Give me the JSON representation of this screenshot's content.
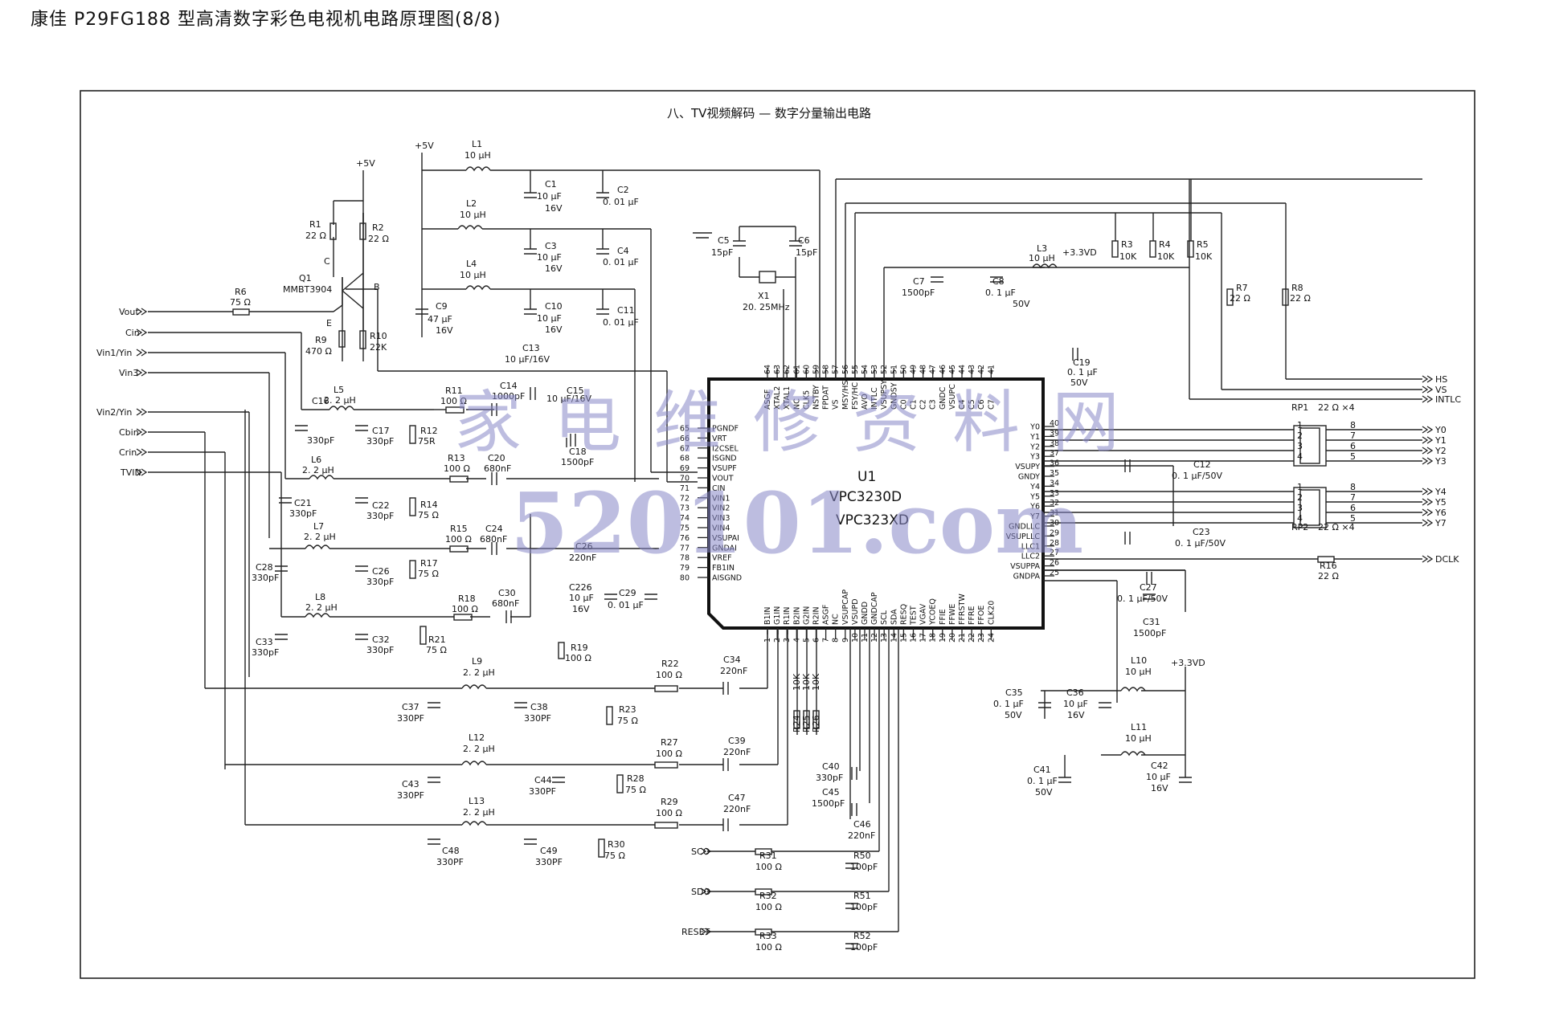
{
  "title": "康佳 P29FG188 型高清数字彩色电视机电路原理图(8/8)",
  "section_title": "八、TV视频解码 — 数字分量输出电路",
  "watermark": {
    "chinese": "家电维修资料网",
    "url": "520101.com"
  },
  "ic": {
    "ref": "U1",
    "part1": "VPC3230D",
    "part2": "VPC323XD"
  },
  "power": {
    "v5a": "+5V",
    "v5b": "+5V",
    "v33a": "+3.3VD",
    "v33b": "+3.3VD"
  },
  "inputs": [
    "Vout",
    "Cin",
    "Vin1/Yin",
    "Vin3",
    "Vin2/Yin",
    "Cbin",
    "Crin",
    "TVIN"
  ],
  "outputs_right": [
    "HS",
    "VS",
    "INTLC",
    "Y0",
    "Y1",
    "Y2",
    "Y3",
    "Y4",
    "Y5",
    "Y6",
    "Y7",
    "DCLK"
  ],
  "bus_inputs": [
    "SCO",
    "SDO",
    "RESET"
  ],
  "pins_left": [
    {
      "n": "65",
      "name": "PGNDF"
    },
    {
      "n": "66",
      "name": "VRT"
    },
    {
      "n": "67",
      "name": "I2CSEL"
    },
    {
      "n": "68",
      "name": "ISGND"
    },
    {
      "n": "69",
      "name": "VSUPF"
    },
    {
      "n": "70",
      "name": "VOUT"
    },
    {
      "n": "71",
      "name": "CIN"
    },
    {
      "n": "72",
      "name": "VIN1"
    },
    {
      "n": "73",
      "name": "VIN2"
    },
    {
      "n": "74",
      "name": "VIN3"
    },
    {
      "n": "75",
      "name": "VIN4"
    },
    {
      "n": "76",
      "name": "VSUPAI"
    },
    {
      "n": "77",
      "name": "GNDAI"
    },
    {
      "n": "78",
      "name": "VREF"
    },
    {
      "n": "79",
      "name": "FB1IN"
    },
    {
      "n": "80",
      "name": "AISGND"
    }
  ],
  "pins_right": [
    {
      "n": "40",
      "name": "Y0"
    },
    {
      "n": "39",
      "name": "Y1"
    },
    {
      "n": "38",
      "name": "Y2"
    },
    {
      "n": "37",
      "name": "Y3"
    },
    {
      "n": "36",
      "name": "VSUPY"
    },
    {
      "n": "35",
      "name": "GNDY"
    },
    {
      "n": "34",
      "name": "Y4"
    },
    {
      "n": "33",
      "name": "Y5"
    },
    {
      "n": "32",
      "name": "Y6"
    },
    {
      "n": "31",
      "name": "Y7"
    },
    {
      "n": "30",
      "name": "GNDLLC"
    },
    {
      "n": "29",
      "name": "VSUPLLC"
    },
    {
      "n": "28",
      "name": "LLC1"
    },
    {
      "n": "27",
      "name": "LLC2"
    },
    {
      "n": "26",
      "name": "VSUPPA"
    },
    {
      "n": "25",
      "name": "GNDPA"
    }
  ],
  "pins_top": [
    {
      "n": "64",
      "name": "ASGF"
    },
    {
      "n": "63",
      "name": "XTAL2"
    },
    {
      "n": "62",
      "name": "XTAL1"
    },
    {
      "n": "61",
      "name": "NC"
    },
    {
      "n": "60",
      "name": "CLK5"
    },
    {
      "n": "59",
      "name": "NSTBY"
    },
    {
      "n": "58",
      "name": "FPDAT"
    },
    {
      "n": "57",
      "name": "VS"
    },
    {
      "n": "56",
      "name": "MSY/HS"
    },
    {
      "n": "55",
      "name": "FSY/HC"
    },
    {
      "n": "54",
      "name": "AVO"
    },
    {
      "n": "53",
      "name": "INTLC"
    },
    {
      "n": "52",
      "name": "VSUPSY"
    },
    {
      "n": "51",
      "name": "GNDSY"
    },
    {
      "n": "50",
      "name": "C0"
    },
    {
      "n": "49",
      "name": "C1"
    },
    {
      "n": "48",
      "name": "C2"
    },
    {
      "n": "47",
      "name": "C3"
    },
    {
      "n": "46",
      "name": "GNDC"
    },
    {
      "n": "45",
      "name": "VSUPC"
    },
    {
      "n": "44",
      "name": "C4"
    },
    {
      "n": "43",
      "name": "C5"
    },
    {
      "n": "42",
      "name": "C6"
    },
    {
      "n": "41",
      "name": "C7"
    }
  ],
  "pins_bottom": [
    {
      "n": "1",
      "name": "B1IN"
    },
    {
      "n": "2",
      "name": "G1IN"
    },
    {
      "n": "3",
      "name": "R1IN"
    },
    {
      "n": "4",
      "name": "B2IN"
    },
    {
      "n": "5",
      "name": "G2IN"
    },
    {
      "n": "6",
      "name": "R2IN"
    },
    {
      "n": "7",
      "name": "ASGF"
    },
    {
      "n": "8",
      "name": "NC"
    },
    {
      "n": "9",
      "name": "VSUPCAP"
    },
    {
      "n": "10",
      "name": "VSUPD"
    },
    {
      "n": "11",
      "name": "GNDD"
    },
    {
      "n": "12",
      "name": "GNDCAP"
    },
    {
      "n": "13",
      "name": "SCL"
    },
    {
      "n": "14",
      "name": "SDA"
    },
    {
      "n": "15",
      "name": "RESQ"
    },
    {
      "n": "16",
      "name": "TEST"
    },
    {
      "n": "17",
      "name": "VGAV"
    },
    {
      "n": "18",
      "name": "YCOEQ"
    },
    {
      "n": "19",
      "name": "FFIE"
    },
    {
      "n": "20",
      "name": "FFWE"
    },
    {
      "n": "21",
      "name": "FFRSTW"
    },
    {
      "n": "22",
      "name": "FFRE"
    },
    {
      "n": "23",
      "name": "FFOE"
    },
    {
      "n": "24",
      "name": "CLK20"
    }
  ],
  "labels": [
    {
      "id": "l1",
      "t": "L1"
    },
    {
      "id": "l1v",
      "t": "10 μH"
    },
    {
      "id": "c1",
      "t": "C1"
    },
    {
      "id": "c1v",
      "t": "10 μF"
    },
    {
      "id": "c1u",
      "t": "16V"
    },
    {
      "id": "c2",
      "t": "C2"
    },
    {
      "id": "c2v",
      "t": "0. 01 μF"
    },
    {
      "id": "l2",
      "t": "L2"
    },
    {
      "id": "l2v",
      "t": "10 μH"
    },
    {
      "id": "c3",
      "t": "C3"
    },
    {
      "id": "c3v",
      "t": "10 μF"
    },
    {
      "id": "c3u",
      "t": "16V"
    },
    {
      "id": "c4",
      "t": "C4"
    },
    {
      "id": "c4v",
      "t": "0. 01 μF"
    },
    {
      "id": "l4",
      "t": "L4"
    },
    {
      "id": "l4v",
      "t": "10 μH"
    },
    {
      "id": "c9",
      "t": "C9"
    },
    {
      "id": "c9v",
      "t": "47 μF"
    },
    {
      "id": "c9u",
      "t": "16V"
    },
    {
      "id": "c10",
      "t": "C10"
    },
    {
      "id": "c10v",
      "t": "10 μF"
    },
    {
      "id": "c10u",
      "t": "16V"
    },
    {
      "id": "c11",
      "t": "C11"
    },
    {
      "id": "c11v",
      "t": "0. 01 μF"
    },
    {
      "id": "r1",
      "t": "R1"
    },
    {
      "id": "r1v",
      "t": "22 Ω"
    },
    {
      "id": "r2",
      "t": "R2"
    },
    {
      "id": "r2v",
      "t": "22 Ω"
    },
    {
      "id": "q1",
      "t": "Q1"
    },
    {
      "id": "q1v",
      "t": "MMBT3904"
    },
    {
      "id": "qc",
      "t": "C"
    },
    {
      "id": "qb",
      "t": "B"
    },
    {
      "id": "qe",
      "t": "E"
    },
    {
      "id": "r6",
      "t": "R6"
    },
    {
      "id": "r6v",
      "t": "75 Ω"
    },
    {
      "id": "r9",
      "t": "R9"
    },
    {
      "id": "r9v",
      "t": "470 Ω"
    },
    {
      "id": "r10",
      "t": "R10"
    },
    {
      "id": "r10v",
      "t": "22K"
    },
    {
      "id": "c13",
      "t": "C13"
    },
    {
      "id": "c13v",
      "t": "10 μF/16V"
    },
    {
      "id": "l5",
      "t": "L5"
    },
    {
      "id": "l5v",
      "t": "2. 2 μH"
    },
    {
      "id": "r11",
      "t": "R11"
    },
    {
      "id": "r11v",
      "t": "100 Ω"
    },
    {
      "id": "c14",
      "t": "C14"
    },
    {
      "id": "c14v",
      "t": "1000pF"
    },
    {
      "id": "c16",
      "t": "C16"
    },
    {
      "id": "c16v",
      "t": "330pF"
    },
    {
      "id": "c17",
      "t": "C17"
    },
    {
      "id": "c17v",
      "t": "330pF"
    },
    {
      "id": "r12",
      "t": "R12"
    },
    {
      "id": "r12v",
      "t": "75R"
    },
    {
      "id": "c15",
      "t": "C15"
    },
    {
      "id": "c15v",
      "t": "10 μF/16V"
    },
    {
      "id": "c18",
      "t": "C18"
    },
    {
      "id": "c18v",
      "t": "1500pF"
    },
    {
      "id": "l6",
      "t": "L6"
    },
    {
      "id": "l6v",
      "t": "2. 2 μH"
    },
    {
      "id": "r13",
      "t": "R13"
    },
    {
      "id": "r13v",
      "t": "100 Ω"
    },
    {
      "id": "c20",
      "t": "C20"
    },
    {
      "id": "c20v",
      "t": "680nF"
    },
    {
      "id": "c21",
      "t": "C21"
    },
    {
      "id": "c21v",
      "t": "330pF"
    },
    {
      "id": "c22",
      "t": "C22"
    },
    {
      "id": "c22v",
      "t": "330pF"
    },
    {
      "id": "r14",
      "t": "R14"
    },
    {
      "id": "r14v",
      "t": "75 Ω"
    },
    {
      "id": "l7",
      "t": "L7"
    },
    {
      "id": "l7v",
      "t": "2. 2 μH"
    },
    {
      "id": "r15",
      "t": "R15"
    },
    {
      "id": "r15v",
      "t": "100 Ω"
    },
    {
      "id": "c24",
      "t": "C24"
    },
    {
      "id": "c24v",
      "t": "680nF"
    },
    {
      "id": "c28",
      "t": "C28"
    },
    {
      "id": "c28v",
      "t": "330pF"
    },
    {
      "id": "c26",
      "t": "C26"
    },
    {
      "id": "c26v",
      "t": "330pF"
    },
    {
      "id": "r17",
      "t": "R17"
    },
    {
      "id": "r17v",
      "t": "75 Ω"
    },
    {
      "id": "c26b",
      "t": "C26"
    },
    {
      "id": "c26bv",
      "t": "220nF"
    },
    {
      "id": "l8",
      "t": "L8"
    },
    {
      "id": "l8v",
      "t": "2. 2 μH"
    },
    {
      "id": "r18",
      "t": "R18"
    },
    {
      "id": "r18v",
      "t": "100 Ω"
    },
    {
      "id": "c30",
      "t": "C30"
    },
    {
      "id": "c30v",
      "t": "680nF"
    },
    {
      "id": "c33",
      "t": "C33"
    },
    {
      "id": "c33v",
      "t": "330pF"
    },
    {
      "id": "c32",
      "t": "C32"
    },
    {
      "id": "c32v",
      "t": "330pF"
    },
    {
      "id": "r21",
      "t": "R21"
    },
    {
      "id": "r21v",
      "t": "75 Ω"
    },
    {
      "id": "c226",
      "t": "C226"
    },
    {
      "id": "c226v",
      "t": "10 μF"
    },
    {
      "id": "c226u",
      "t": "16V"
    },
    {
      "id": "c29",
      "t": "C29"
    },
    {
      "id": "c29v",
      "t": "0. 01 μF"
    },
    {
      "id": "r19",
      "t": "R19"
    },
    {
      "id": "r19v",
      "t": "100 Ω"
    },
    {
      "id": "l9",
      "t": "L9"
    },
    {
      "id": "l9v",
      "t": "2. 2 μH"
    },
    {
      "id": "r22",
      "t": "R22"
    },
    {
      "id": "r22v",
      "t": "100 Ω"
    },
    {
      "id": "c34",
      "t": "C34"
    },
    {
      "id": "c34v",
      "t": "220nF"
    },
    {
      "id": "c37",
      "t": "C37"
    },
    {
      "id": "c37v",
      "t": "330PF"
    },
    {
      "id": "c38",
      "t": "C38"
    },
    {
      "id": "c38v",
      "t": "330PF"
    },
    {
      "id": "r23",
      "t": "R23"
    },
    {
      "id": "r23v",
      "t": "75 Ω"
    },
    {
      "id": "l12",
      "t": "L12"
    },
    {
      "id": "l12v",
      "t": "2. 2 μH"
    },
    {
      "id": "r27",
      "t": "R27"
    },
    {
      "id": "r27v",
      "t": "100 Ω"
    },
    {
      "id": "c39",
      "t": "C39"
    },
    {
      "id": "c39v",
      "t": "220nF"
    },
    {
      "id": "c43",
      "t": "C43"
    },
    {
      "id": "c43v",
      "t": "330PF"
    },
    {
      "id": "c44",
      "t": "C44"
    },
    {
      "id": "c44v",
      "t": "330PF"
    },
    {
      "id": "r28",
      "t": "R28"
    },
    {
      "id": "r28v",
      "t": "75 Ω"
    },
    {
      "id": "l13",
      "t": "L13"
    },
    {
      "id": "l13v",
      "t": "2. 2 μH"
    },
    {
      "id": "r29",
      "t": "R29"
    },
    {
      "id": "r29v",
      "t": "100 Ω"
    },
    {
      "id": "c47",
      "t": "C47"
    },
    {
      "id": "c47v",
      "t": "220nF"
    },
    {
      "id": "c48",
      "t": "C48"
    },
    {
      "id": "c48v",
      "t": "330PF"
    },
    {
      "id": "c49",
      "t": "C49"
    },
    {
      "id": "c49v",
      "t": "330PF"
    },
    {
      "id": "r30",
      "t": "R30"
    },
    {
      "id": "r30v",
      "t": "75 Ω"
    },
    {
      "id": "c5",
      "t": "C5"
    },
    {
      "id": "c5v",
      "t": "15pF"
    },
    {
      "id": "c6",
      "t": "C6"
    },
    {
      "id": "c6v",
      "t": "15pF"
    },
    {
      "id": "x1",
      "t": "X1"
    },
    {
      "id": "x1v",
      "t": "20. 25MHz"
    },
    {
      "id": "c7",
      "t": "C7"
    },
    {
      "id": "c7v",
      "t": "1500pF"
    },
    {
      "id": "c8",
      "t": "C8"
    },
    {
      "id": "c8v",
      "t": "0. 1 μF"
    },
    {
      "id": "c8u",
      "t": "50V"
    },
    {
      "id": "l3",
      "t": "L3"
    },
    {
      "id": "l3v",
      "t": "10 μH"
    },
    {
      "id": "r3",
      "t": "R3"
    },
    {
      "id": "r3v",
      "t": "10K"
    },
    {
      "id": "r4",
      "t": "R4"
    },
    {
      "id": "r4v",
      "t": "10K"
    },
    {
      "id": "r5",
      "t": "R5"
    },
    {
      "id": "r5v",
      "t": "10K"
    },
    {
      "id": "r7",
      "t": "R7"
    },
    {
      "id": "r7v",
      "t": "22 Ω"
    },
    {
      "id": "r8",
      "t": "R8"
    },
    {
      "id": "r8v",
      "t": "22 Ω"
    },
    {
      "id": "c19",
      "t": "C19"
    },
    {
      "id": "c19v",
      "t": "0. 1 μF"
    },
    {
      "id": "c19u",
      "t": "50V"
    },
    {
      "id": "rp1",
      "t": "RP1"
    },
    {
      "id": "rp1v",
      "t": "22 Ω ×4"
    },
    {
      "id": "rp2",
      "t": "RP2"
    },
    {
      "id": "rp2v",
      "t": "22 Ω ×4"
    },
    {
      "id": "c12",
      "t": "C12"
    },
    {
      "id": "c12v",
      "t": "0. 1 μF/50V"
    },
    {
      "id": "c23",
      "t": "C23"
    },
    {
      "id": "c23v",
      "t": "0. 1 μF/50V"
    },
    {
      "id": "r16",
      "t": "R16"
    },
    {
      "id": "r16v",
      "t": "22 Ω"
    },
    {
      "id": "c27",
      "t": "C27"
    },
    {
      "id": "c27v",
      "t": "0. 1 μF/50V"
    },
    {
      "id": "c31",
      "t": "C31"
    },
    {
      "id": "c31v",
      "t": "1500pF"
    },
    {
      "id": "l10",
      "t": "L10"
    },
    {
      "id": "l10v",
      "t": "10 μH"
    },
    {
      "id": "c35",
      "t": "C35"
    },
    {
      "id": "c35v",
      "t": "0. 1 μF"
    },
    {
      "id": "c35u",
      "t": "50V"
    },
    {
      "id": "c36",
      "t": "C36"
    },
    {
      "id": "c36v",
      "t": "10 μF"
    },
    {
      "id": "c36u",
      "t": "16V"
    },
    {
      "id": "l11",
      "t": "L11"
    },
    {
      "id": "l11v",
      "t": "10 μH"
    },
    {
      "id": "c41",
      "t": "C41"
    },
    {
      "id": "c41v",
      "t": "0. 1 μF"
    },
    {
      "id": "c41u",
      "t": "50V"
    },
    {
      "id": "c42",
      "t": "C42"
    },
    {
      "id": "c42v",
      "t": "10 μF"
    },
    {
      "id": "c42u",
      "t": "16V"
    },
    {
      "id": "r24",
      "t": "R24"
    },
    {
      "id": "r25",
      "t": "R25"
    },
    {
      "id": "r26",
      "t": "R26"
    },
    {
      "id": "r24v",
      "t": "10K"
    },
    {
      "id": "r25v",
      "t": "10K"
    },
    {
      "id": "r26v",
      "t": "10K"
    },
    {
      "id": "c40",
      "t": "C40"
    },
    {
      "id": "c40v",
      "t": "330pF"
    },
    {
      "id": "c45",
      "t": "C45"
    },
    {
      "id": "c45v",
      "t": "1500pF"
    },
    {
      "id": "c46",
      "t": "C46"
    },
    {
      "id": "c46v",
      "t": "220nF"
    },
    {
      "id": "r31",
      "t": "R31"
    },
    {
      "id": "r31v",
      "t": "100 Ω"
    },
    {
      "id": "r50",
      "t": "R50"
    },
    {
      "id": "r50v",
      "t": "100pF"
    },
    {
      "id": "r32",
      "t": "R32"
    },
    {
      "id": "r32v",
      "t": "100 Ω"
    },
    {
      "id": "r51",
      "t": "R51"
    },
    {
      "id": "r51v",
      "t": "100pF"
    },
    {
      "id": "r33",
      "t": "R33"
    },
    {
      "id": "r33v",
      "t": "100 Ω"
    },
    {
      "id": "r52",
      "t": "R52"
    },
    {
      "id": "r52v",
      "t": "100pF"
    },
    {
      "id": "rp_1",
      "t": "1"
    },
    {
      "id": "rp_2",
      "t": "2"
    },
    {
      "id": "rp_3",
      "t": "3"
    },
    {
      "id": "rp_4",
      "t": "4"
    },
    {
      "id": "rp_8",
      "t": "8"
    },
    {
      "id": "rp_7",
      "t": "7"
    },
    {
      "id": "rp_6",
      "t": "6"
    },
    {
      "id": "rp_5",
      "t": "5"
    },
    {
      "id": "rp2_1",
      "t": "1"
    },
    {
      "id": "rp2_2",
      "t": "2"
    },
    {
      "id": "rp2_3",
      "t": "3"
    },
    {
      "id": "rp2_4",
      "t": "4"
    },
    {
      "id": "rp2_8",
      "t": "8"
    },
    {
      "id": "rp2_7",
      "t": "7"
    },
    {
      "id": "rp2_6",
      "t": "6"
    },
    {
      "id": "rp2_5",
      "t": "5"
    }
  ]
}
